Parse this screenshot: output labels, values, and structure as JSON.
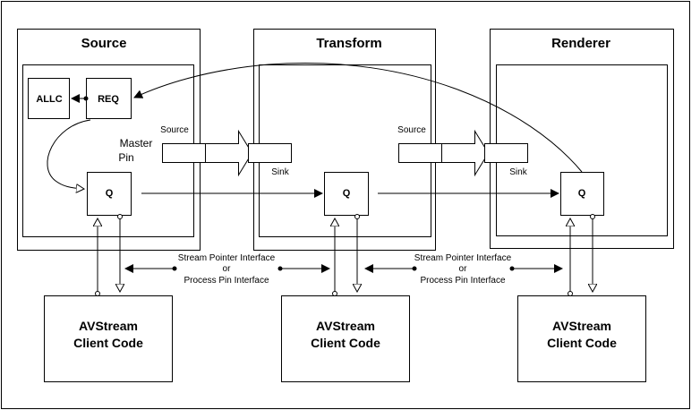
{
  "filters": {
    "source": "Source",
    "transform": "Transform",
    "renderer": "Renderer"
  },
  "source_filter": {
    "allc": "ALLC",
    "req": "REQ",
    "master_pin_line1": "Master",
    "master_pin_line2": "Pin",
    "queue": "Q"
  },
  "transform_filter": {
    "queue": "Q"
  },
  "renderer_filter": {
    "queue": "Q"
  },
  "pins": {
    "left_source": "Source",
    "left_sink": "Sink",
    "right_source": "Source",
    "right_sink": "Sink"
  },
  "interfaces": {
    "left_line1": "Stream Pointer Interface",
    "left_line2": "or",
    "left_line3": "Process Pin Interface",
    "right_line1": "Stream Pointer Interface",
    "right_line2": "or",
    "right_line3": "Process Pin Interface"
  },
  "clients": {
    "left_line1": "AVStream",
    "left_line2": "Client Code",
    "middle_line1": "AVStream",
    "middle_line2": "Client Code",
    "right_line1": "AVStream",
    "right_line2": "Client Code"
  }
}
